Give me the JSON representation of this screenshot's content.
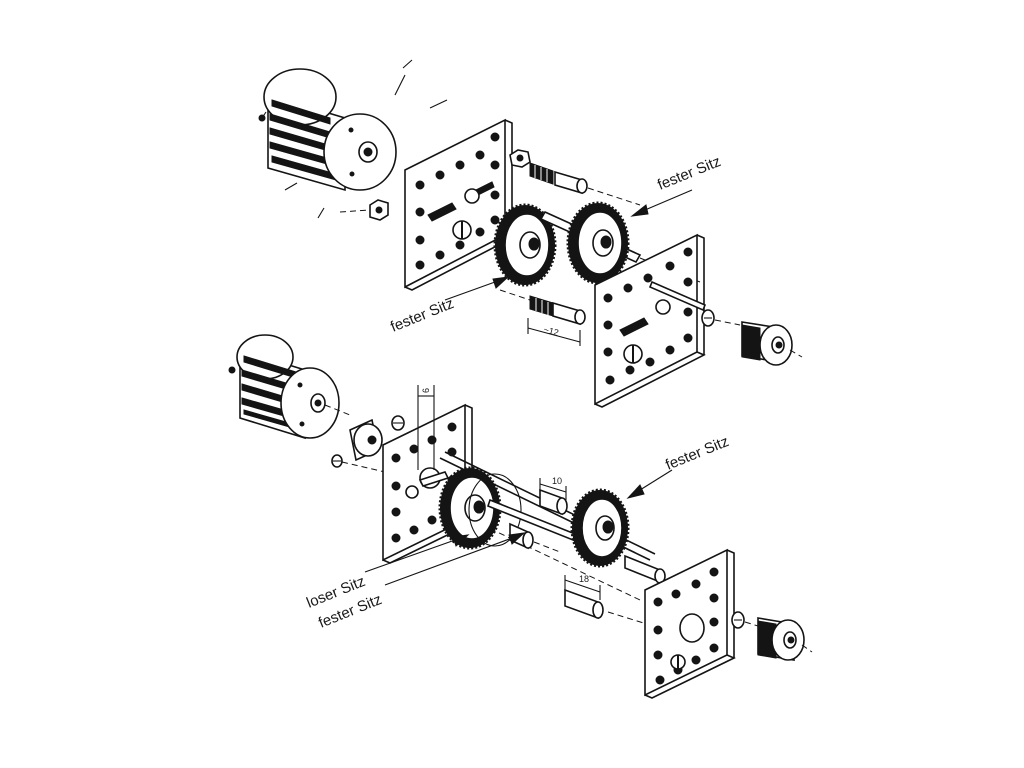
{
  "labels": {
    "top_fester_right": "fester Sitz",
    "top_fester_left": "fester Sitz",
    "bottom_fester_right": "fester Sitz",
    "bottom_loser": "loser Sitz",
    "bottom_fester_left": "fester Sitz"
  },
  "dimensions": {
    "top_spacer": "~12",
    "bottom_small": "6",
    "bottom_mid": "10",
    "bottom_long": "18"
  },
  "colors": {
    "ink": "#141414",
    "paper": "#ffffff"
  }
}
